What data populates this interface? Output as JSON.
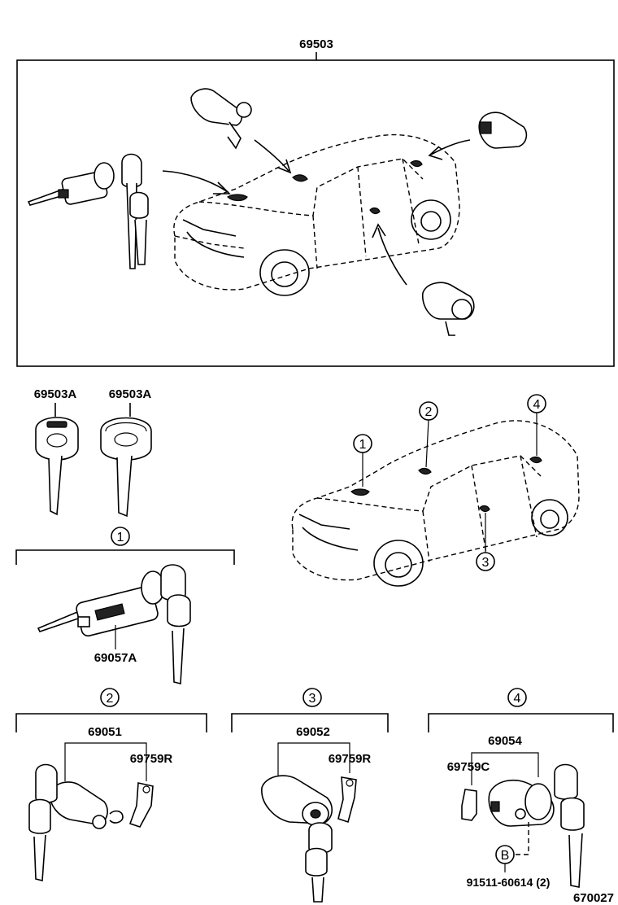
{
  "diagram": {
    "assembly_label": "69503",
    "key_labels": [
      "69503A",
      "69503A"
    ],
    "location_markers": [
      "1",
      "2",
      "3",
      "4"
    ],
    "groups": [
      {
        "marker": "1",
        "parts": [
          "69057A"
        ]
      },
      {
        "marker": "2",
        "parts": [
          "69051",
          "69759R"
        ]
      },
      {
        "marker": "3",
        "parts": [
          "69052",
          "69759R"
        ]
      },
      {
        "marker": "4",
        "parts": [
          "69054",
          "69759C"
        ],
        "sub_marker": "B",
        "sub_part": "91511-60614 (2)"
      }
    ],
    "figure_id": "670027"
  }
}
